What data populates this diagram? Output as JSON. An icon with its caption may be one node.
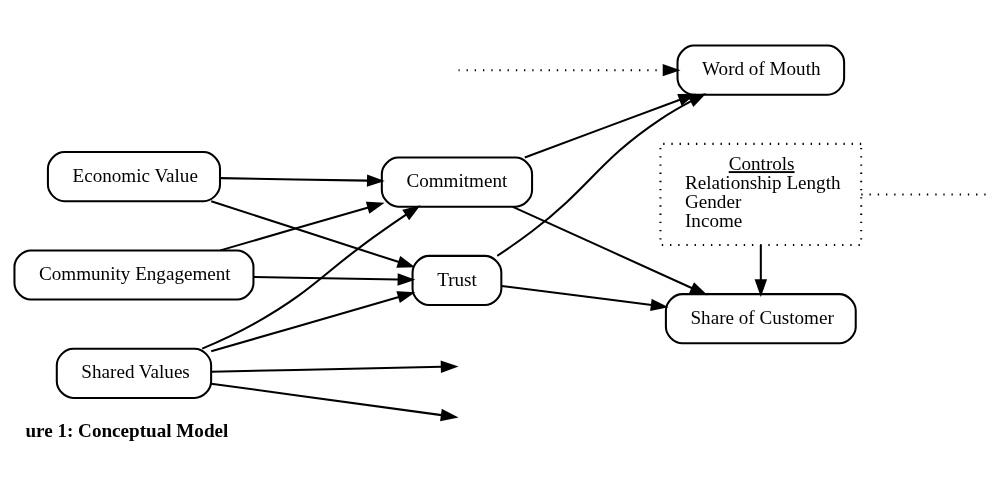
{
  "diagram": {
    "caption": "ure 1: Conceptual Model",
    "nodes": [
      {
        "text": [
          "Shared Values"
        ]
      },
      {
        "text": [
          "Community Engagement"
        ]
      },
      {
        "text": [
          "Economic Value"
        ]
      },
      {
        "text": [
          "Commitment"
        ]
      },
      {
        "text": [
          "Trust"
        ]
      },
      {
        "text": [
          "Word of Mouth"
        ]
      },
      {
        "text": [
          "Share of Customer"
        ]
      },
      {
        "text": [
          "Controls",
          "Relationship Length",
          "Gender",
          "Income"
        ]
      }
    ],
    "edges": [
      {
        "from": 0,
        "to": 3,
        "arrow": "to"
      },
      {
        "from": 0,
        "to": 4,
        "arrow": "to"
      },
      {
        "from": 0,
        "to": null,
        "arrow": "to"
      },
      {
        "from": 0,
        "to": null,
        "arrow": "to"
      },
      {
        "from": 1,
        "to": 3,
        "arrow": "to"
      },
      {
        "from": 1,
        "to": 4,
        "arrow": "to"
      },
      {
        "from": 2,
        "to": 3,
        "arrow": "to"
      },
      {
        "from": 2,
        "to": 4,
        "arrow": "to"
      },
      {
        "from": 3,
        "to": 5,
        "arrow": "to"
      },
      {
        "from": 3,
        "to": 6,
        "arrow": "to"
      },
      {
        "from": 4,
        "to": 5,
        "arrow": "to"
      },
      {
        "from": 4,
        "to": 6,
        "arrow": "to"
      },
      {
        "from": 7,
        "to": 6,
        "arrow": "to"
      },
      {
        "from": null,
        "to": 5,
        "arrow": "to",
        "style": "dashed"
      },
      {
        "from": 7,
        "to": null,
        "arrow": "none",
        "style": "dashed"
      }
    ]
  }
}
